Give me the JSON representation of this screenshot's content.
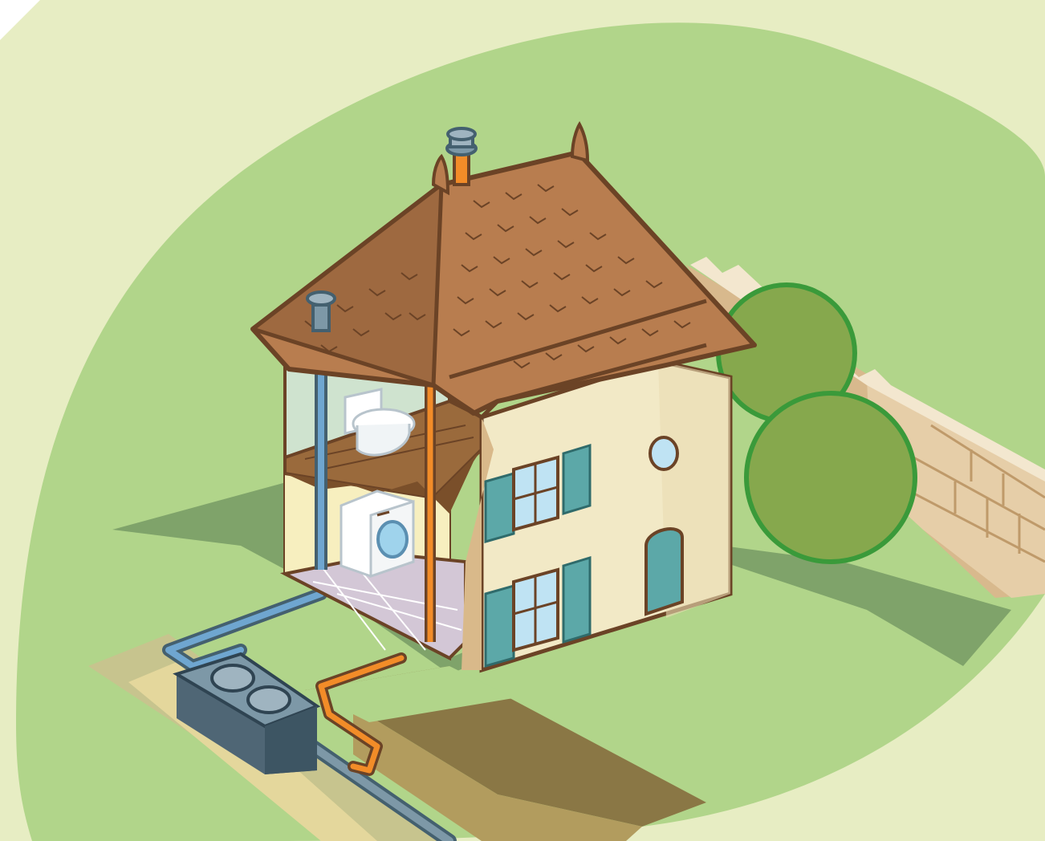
{
  "scene": {
    "palette": {
      "background": "#e7edc3",
      "lawn": "#b1d58a",
      "lawn_shadow": "#7fa36a",
      "roof": "#b87d4f",
      "roof_outline": "#6b4326",
      "wall": "#f2e9c6",
      "shutter": "#5ca8a8",
      "window_glass": "#bfe3f3",
      "grey_water_pipe": "#6fa6d0",
      "black_water_pipe": "#f28c28",
      "septic_tank": "#4f6675",
      "trench_soil": "#e4d79c",
      "hedge": "#86a84d",
      "hedge_outline": "#3a9a3a",
      "stone_wall": "#e2c9a1"
    },
    "elements": [
      "house",
      "roof",
      "ventilation-chimney-icon",
      "toilet-icon",
      "washing-machine-icon",
      "grey-water-pipe",
      "black-water-pipe",
      "septic-tank-icon",
      "trench",
      "garden-hedge",
      "stone-wall"
    ]
  }
}
